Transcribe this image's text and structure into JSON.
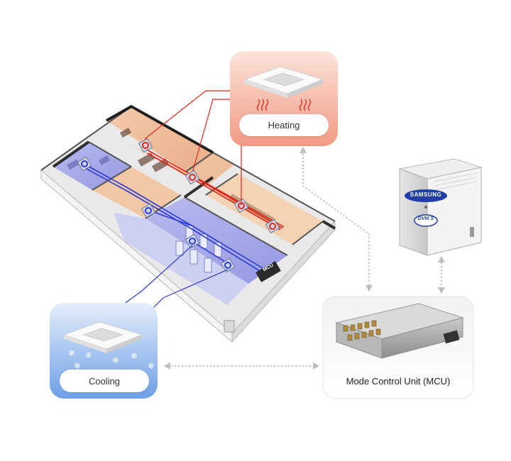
{
  "heating": {
    "label": "Heating"
  },
  "cooling": {
    "label": "Cooling"
  },
  "mcu_panel": {
    "label": "Mode Control Unit (MCU)"
  },
  "floor_plan": {
    "mcu_tag": "MCU"
  },
  "outdoor_unit": {
    "brand": "SAMSUNG",
    "model": "DVM S"
  },
  "colors": {
    "heating": "#e04a3a",
    "cooling": "#3a4fc8",
    "heating_card": "#f4b19d",
    "cooling_card": "#8fb7ea"
  }
}
